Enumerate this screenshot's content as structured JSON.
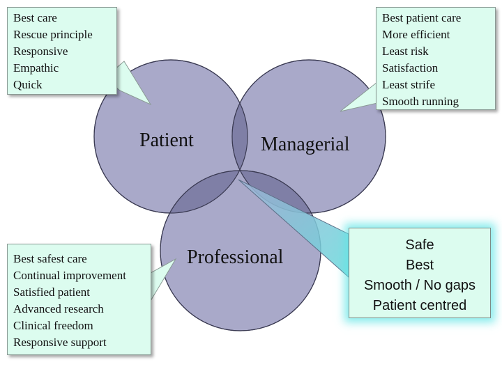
{
  "circles": {
    "patient": "Patient",
    "managerial": "Managerial",
    "professional": "Professional"
  },
  "callouts": {
    "patient": [
      "Best care",
      "Rescue principle",
      "Responsive",
      "Empathic",
      "Quick"
    ],
    "managerial": [
      "Best patient care",
      "More efficient",
      "Least risk",
      "Satisfaction",
      "Least strife",
      "Smooth running"
    ],
    "professional": [
      "Best safest care",
      "Continual improvement",
      "Satisfied patient",
      "Advanced research",
      "Clinical freedom",
      "Responsive support"
    ],
    "center": [
      "Safe",
      "Best",
      "Smooth / No gaps",
      "Patient centred"
    ]
  },
  "colors": {
    "circle_fill": "#a9a9c9",
    "circle_stroke": "#3a3a52",
    "overlap_fill": "#7f7fa6",
    "callout_fill": "#dcfcef",
    "glow": "#60e6e6"
  }
}
